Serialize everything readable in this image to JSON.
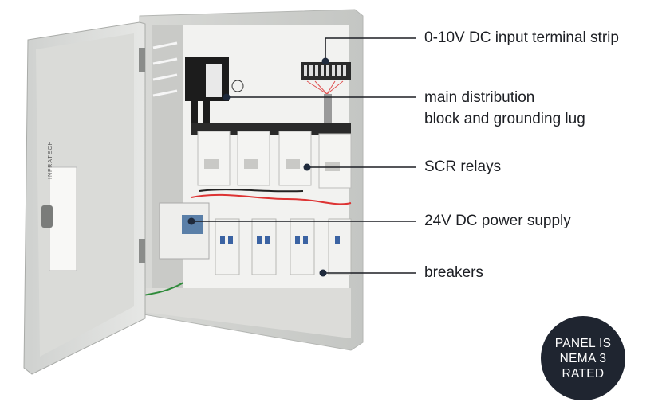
{
  "callouts": [
    {
      "id": "terminal-strip",
      "lines": [
        "0-10V DC input terminal strip"
      ]
    },
    {
      "id": "distribution-block",
      "lines": [
        "main distribution",
        "block and grounding lug"
      ]
    },
    {
      "id": "scr-relays",
      "lines": [
        "SCR relays"
      ]
    },
    {
      "id": "power-supply",
      "lines": [
        "24V DC power supply"
      ]
    },
    {
      "id": "breakers",
      "lines": [
        "breakers"
      ]
    }
  ],
  "badge": {
    "lines": [
      "PANEL IS",
      "NEMA 3",
      "RATED"
    ]
  },
  "door_label": "INFRATECH",
  "colors": {
    "badge": "#1f2530",
    "callout_line": "#1d1f24",
    "dot": "#1f2a3c"
  }
}
